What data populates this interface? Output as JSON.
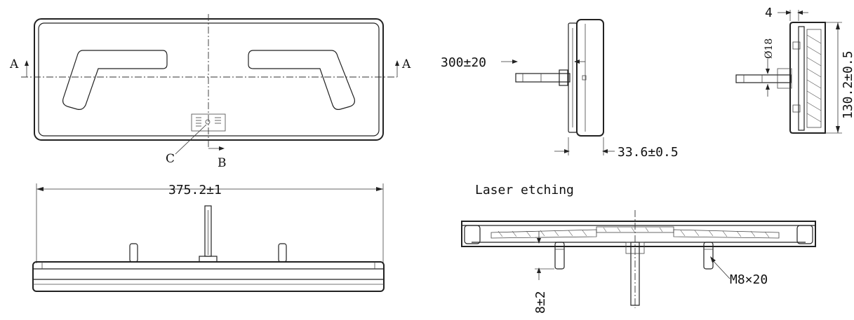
{
  "labels": {
    "section_a_left": "A",
    "section_a_right": "A",
    "callout_c": "C",
    "section_b": "B",
    "cable_length": "300±20",
    "depth": "33.6±0.5",
    "flange": "4",
    "diameter": "Ø18",
    "height": "130.2±0.5",
    "width": "375.2±1",
    "laser_etching": "Laser etching",
    "bolt": "M8×20",
    "bolt_length": "8±2"
  }
}
